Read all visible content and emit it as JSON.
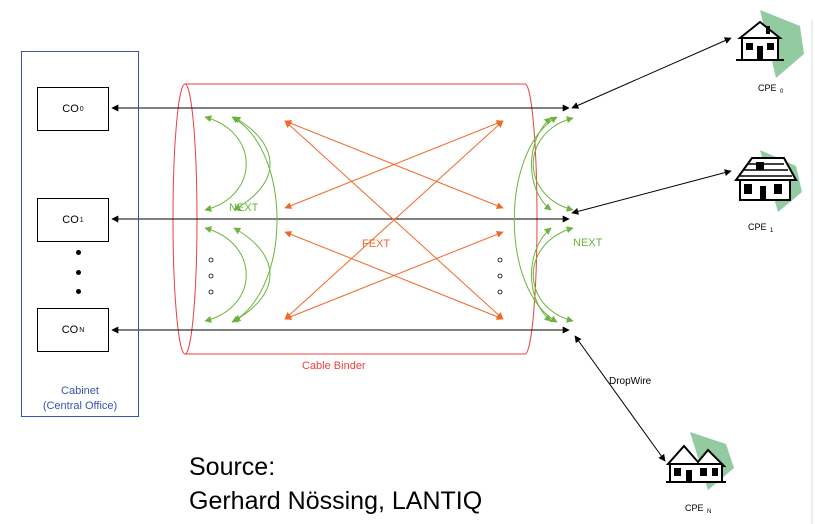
{
  "cabinet": {
    "co_units": [
      {
        "label": "CO",
        "sub": "0"
      },
      {
        "label": "CO",
        "sub": "1"
      },
      {
        "label": "CO",
        "sub": "N"
      }
    ],
    "label_line1": "Cabinet",
    "label_line2": "(Central Office)",
    "border_color": "#3a55a5"
  },
  "binder": {
    "label": "Cable Binder",
    "color": "#e8423e"
  },
  "crosstalk": {
    "next_label_left": "NEXT",
    "next_label_right": "NEXT",
    "fext_label": "FEXT",
    "next_color": "#6cb33f",
    "fext_color": "#ef6a2a"
  },
  "dropwire_label": "DropWire",
  "cpe": [
    {
      "label": "CPE",
      "sub": "0",
      "icon": "house-icon"
    },
    {
      "label": "CPE",
      "sub": "1",
      "icon": "house-icon"
    },
    {
      "label": "CPE",
      "sub": "N",
      "icon": "house-icon"
    }
  ],
  "source": {
    "line1": "Source:",
    "line2": "Gerhard Nössing, LANTIQ"
  }
}
